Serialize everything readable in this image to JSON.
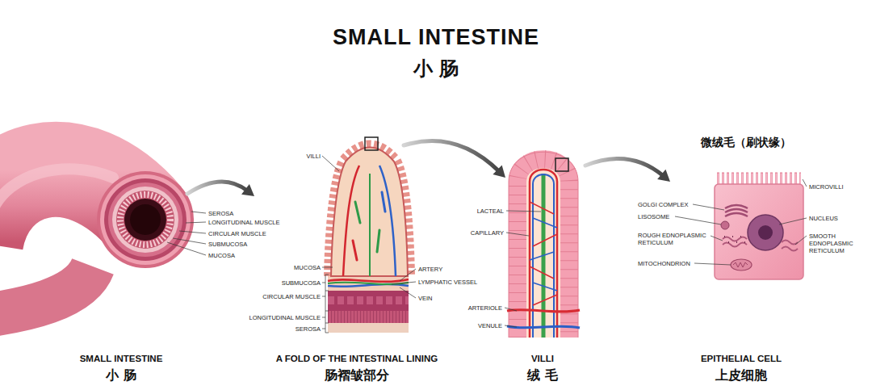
{
  "diagram": {
    "title": "SMALL INTESTINE",
    "nodes": [
      {
        "text": [
          "SMALL INTESTINE",
          "小 肠"
        ]
      },
      {
        "text": [
          "A FOLD OF THE INTESTINAL LINING",
          "肠褶皱部分"
        ]
      },
      {
        "text": [
          "VILLI",
          "绒 毛"
        ]
      },
      {
        "text": [
          "EPITHELIAL CELL",
          "上皮细胞"
        ]
      }
    ],
    "edges": [
      {
        "from": 0,
        "to": 1,
        "arrow": "to"
      },
      {
        "from": 1,
        "to": 2,
        "arrow": "to"
      },
      {
        "from": 2,
        "to": 3,
        "arrow": "to"
      }
    ],
    "labels": [
      "小 肠",
      "SEROSA",
      "LONGITUDINAL MUSCLE",
      "CIRCULAR MUSCLE",
      "SUBMUCOSA",
      "MUCOSA",
      "VILLI",
      "MUCOSA",
      "SUBMUCOSA",
      "CIRCULAR MUSCLE",
      "LONGITUDINAL MUSCLE",
      "SEROSA",
      "ARTERY",
      "LYMPHATIC VESSEL",
      "VEIN",
      "LACTEAL",
      "CAPILLARY",
      "ARTERIOLE",
      "VENULE",
      "微绒毛（刷状缘）",
      "MICROVILLI",
      "GOLGI COMPLEX",
      "LISOSOME",
      "ROUGH EDNOPLASMIC RETICULUM",
      "MITOCHONDRION",
      "NUCLEUS",
      "SMOOTH EDNOPLASMIC RETICULUM"
    ]
  }
}
